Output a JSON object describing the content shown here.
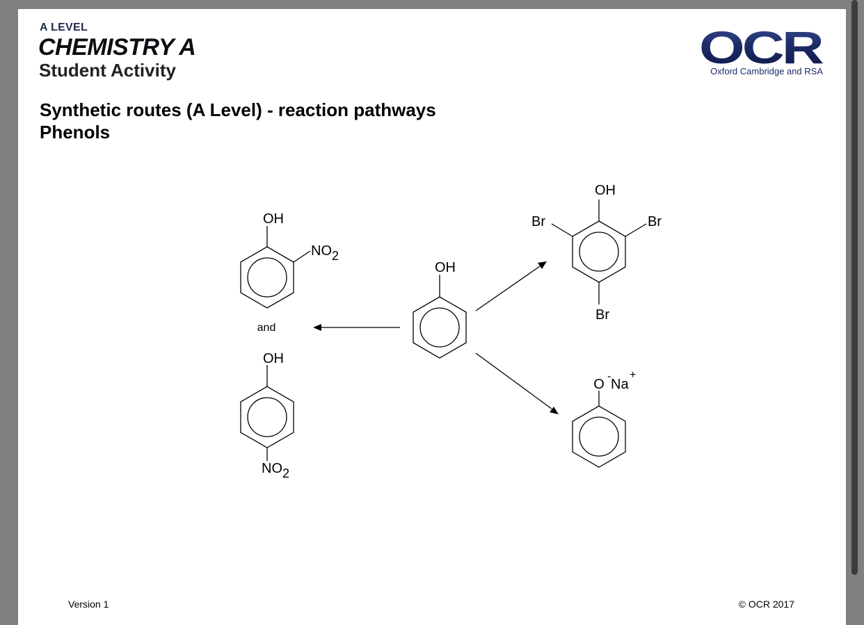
{
  "header": {
    "level": "A LEVEL",
    "subject": "CHEMISTRY A",
    "activity": "Student Activity",
    "logo_text": "OCR",
    "logo_tagline": "Oxford Cambridge and RSA"
  },
  "title": {
    "line1": "Synthetic routes (A Level) - reaction pathways",
    "line2": "Phenols"
  },
  "diagram": {
    "center": {
      "oh": "OH"
    },
    "nitro_ortho": {
      "oh": "OH",
      "no2": "NO",
      "no2_sub": "2"
    },
    "and_label": "and",
    "nitro_para": {
      "oh": "OH",
      "no2": "NO",
      "no2_sub": "2"
    },
    "tribromo": {
      "oh": "OH",
      "br_left": "Br",
      "br_right": "Br",
      "br_bottom": "Br"
    },
    "phenoxide": {
      "o": "O",
      "o_charge": "-",
      "na": "Na",
      "na_charge": "+"
    }
  },
  "footer": {
    "version": "Version 1",
    "copyright": "© OCR 2017"
  }
}
